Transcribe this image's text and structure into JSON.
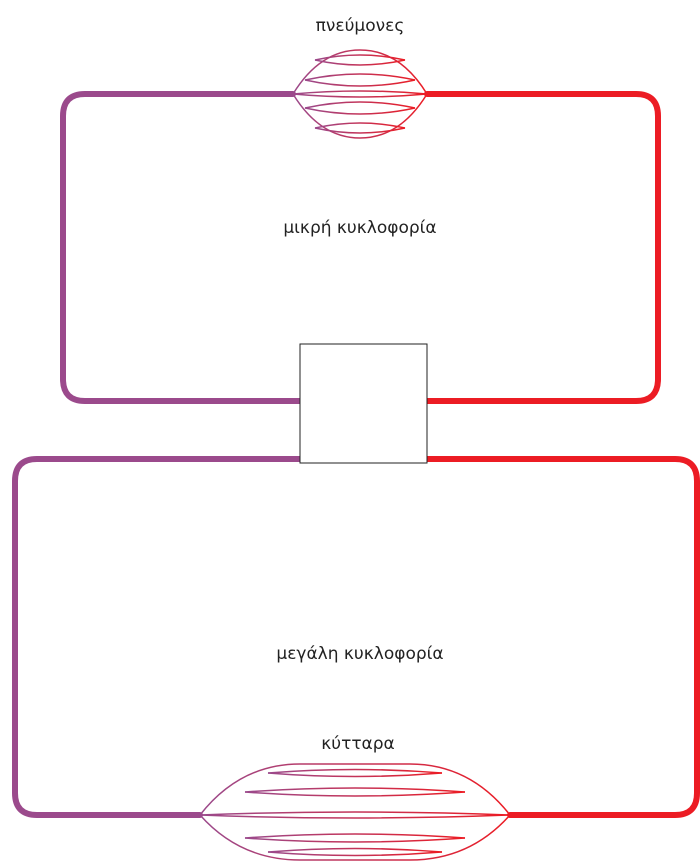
{
  "labels": {
    "lungs": "πνεύμονες",
    "pulmonary_circulation": "μικρή κυκλοφορία",
    "systemic_circulation": "μεγάλη κυκλοφορία",
    "cells": "κύτταρα"
  },
  "colors": {
    "venous": "#9b4a8c",
    "arterial": "#ec1c24",
    "heart_border": "#222222",
    "heart_fill": "#ffffff",
    "text": "#222222"
  }
}
